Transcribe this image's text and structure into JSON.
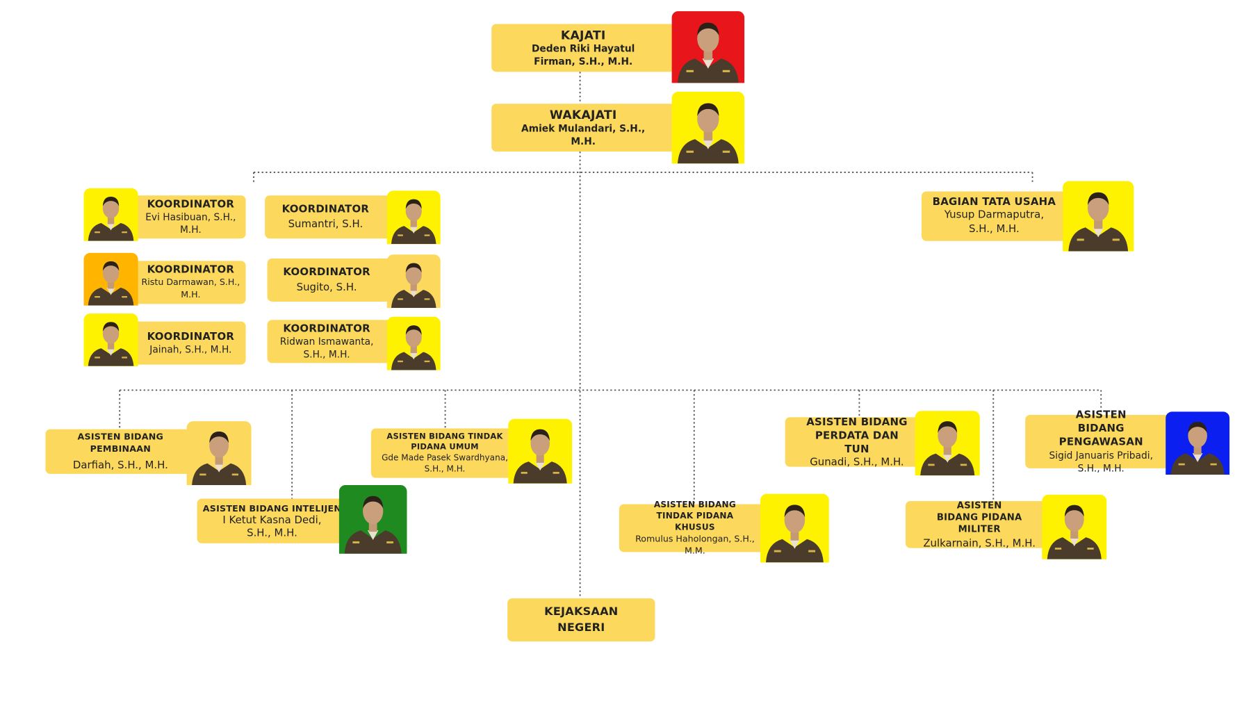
{
  "kajati": {
    "title": "KAJATI",
    "name": "Deden Riki Hayatul Firman, S.H., M.H."
  },
  "wakajati": {
    "title": "WAKAJATI",
    "name": "Amiek Mulandari, S.H., M.H."
  },
  "koordinator": [
    {
      "title": "KOORDINATOR",
      "name": "Evi Hasibuan, S.H., M.H."
    },
    {
      "title": "KOORDINATOR",
      "name": "Ristu Darmawan, S.H., M.H."
    },
    {
      "title": "KOORDINATOR",
      "name": "Jainah, S.H., M.H."
    },
    {
      "title": "KOORDINATOR",
      "name": "Sumantri, S.H."
    },
    {
      "title": "KOORDINATOR",
      "name": "Sugito, S.H."
    },
    {
      "title": "KOORDINATOR",
      "name": "Ridwan Ismawanta, S.H., M.H."
    }
  ],
  "tata_usaha": {
    "title": "BAGIAN TATA USAHA",
    "name": "Yusup Darmaputra, S.H., M.H."
  },
  "asisten": {
    "pembinaan": {
      "title": "ASISTEN BIDANG PEMBINAAN",
      "name": "Darfiah, S.H., M.H."
    },
    "intelijen": {
      "title": "ASISTEN BIDANG INTELIJEN",
      "name": "I Ketut Kasna Dedi, S.H., M.H."
    },
    "pidum": {
      "title": "ASISTEN BIDANG TINDAK PIDANA UMUM",
      "name": "Gde Made Pasek Swardhyana, S.H., M.H."
    },
    "pidsus": {
      "title": "ASISTEN BIDANG TINDAK PIDANA KHUSUS",
      "name": "Romulus Haholongan, S.H., M.M."
    },
    "datun": {
      "title": "ASISTEN BIDANG PERDATA DAN TUN",
      "name": "Gunadi, S.H., M.H."
    },
    "pidmil": {
      "title": "ASISTEN BIDANG PIDANA MILITER",
      "name": "Zulkarnain, S.H., M.H."
    },
    "pengawasan": {
      "title": "ASISTEN BIDANG PENGAWASAN",
      "name": "Sigid Januaris Pribadi, S.H., M.H."
    }
  },
  "kejari": {
    "title": "KEJAKSAAN NEGERI"
  },
  "colors": {
    "box": "#fcd95c",
    "connector": "#555555",
    "uniform": "#4a3b2a",
    "bg_red": "#e8161b",
    "bg_yellow": "#fff200",
    "bg_orange": "#ffb400",
    "bg_green": "#1f8a1f",
    "bg_blue": "#0a1ff0"
  },
  "icons": {
    "photo": "person-photo-icon"
  }
}
